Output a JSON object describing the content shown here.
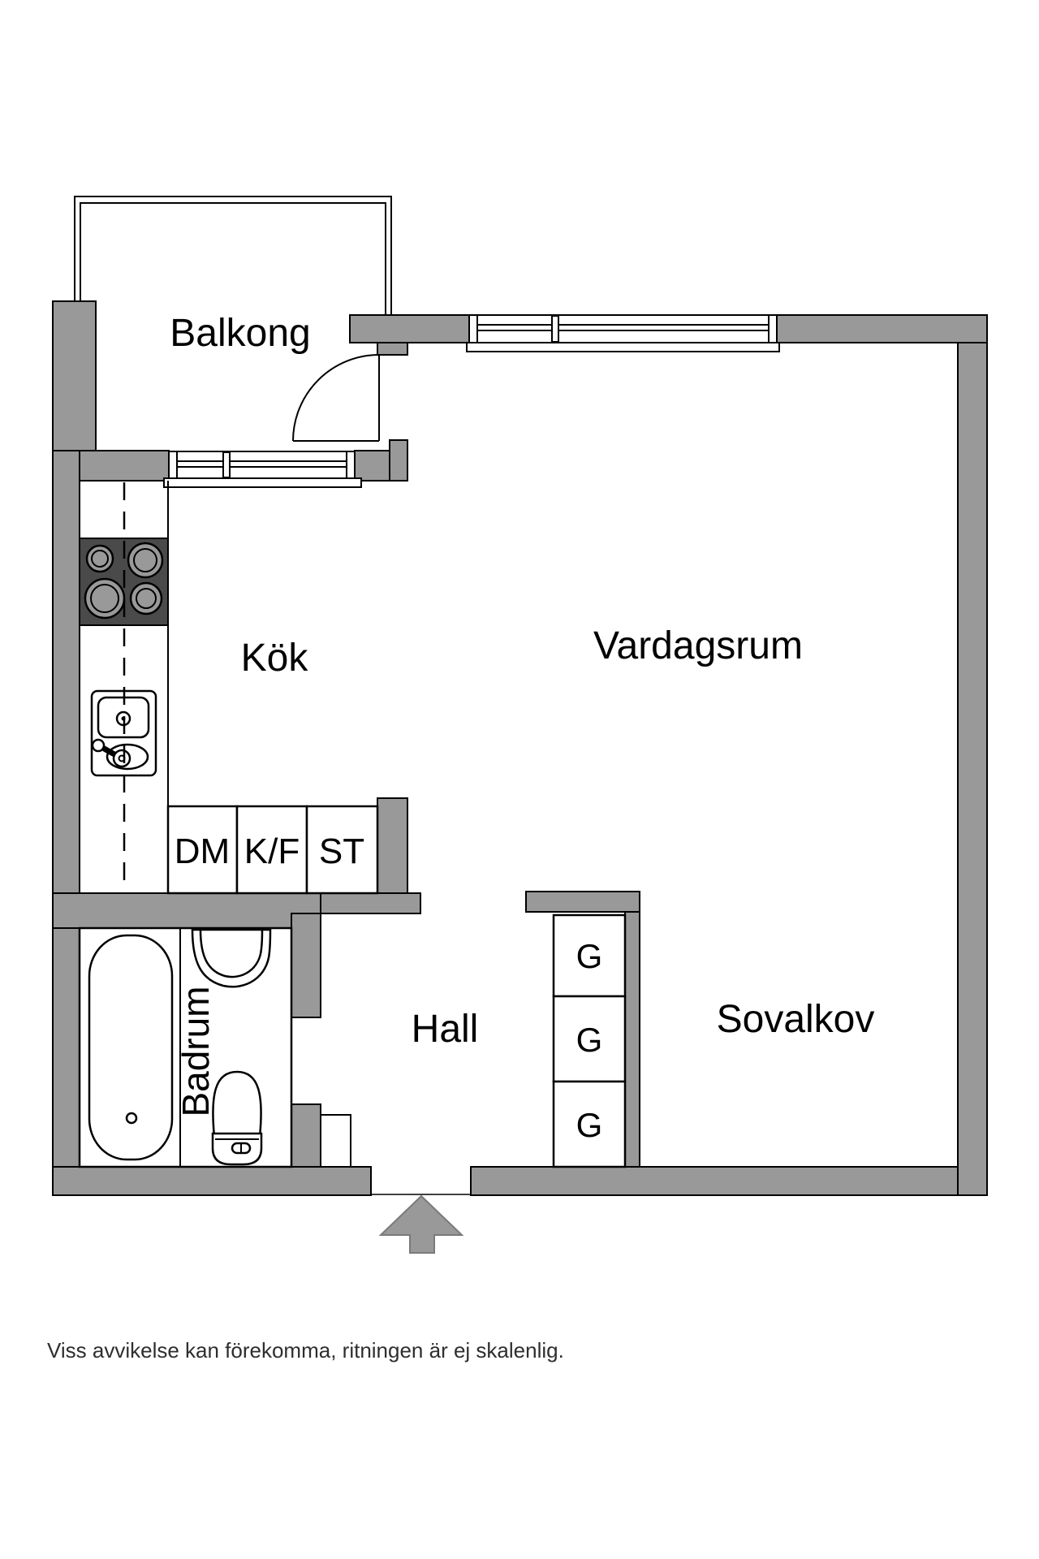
{
  "colors": {
    "background": "#ffffff",
    "wall": "#999999",
    "outline": "#000000",
    "stove_top": "#4a4a4a",
    "burner": "#999999",
    "label": "#000000",
    "disclaimer_text": "#2e2e2e",
    "entrance_arrow": "#999999"
  },
  "rooms": {
    "balcony": {
      "label": "Balkong"
    },
    "kitchen": {
      "label": "Kök"
    },
    "living_room": {
      "label": "Vardagsrum"
    },
    "hall": {
      "label": "Hall"
    },
    "bathroom": {
      "label": "Badrum"
    },
    "sleeping_alcove": {
      "label": "Sovalkov"
    }
  },
  "kitchen_units": {
    "dishwasher": "DM",
    "fridge_freezer": "K/F",
    "storage": "ST"
  },
  "wardrobes": [
    "G",
    "G",
    "G"
  ],
  "footer": {
    "disclaimer": "Viss avvikelse kan förekomma, ritningen är ej skalenlig."
  }
}
